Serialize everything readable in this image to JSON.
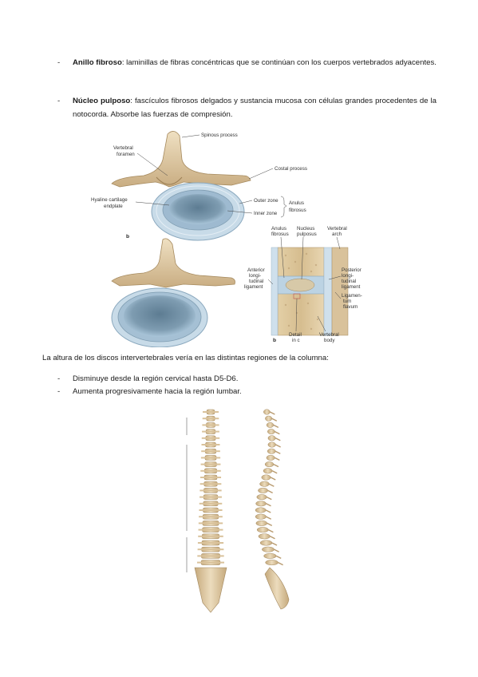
{
  "bullets": [
    {
      "dash": "-",
      "term": "Anillo fibroso",
      "text": ": laminillas de fibras concéntricas que se continúan con los cuerpos vertebrados adyacentes."
    },
    {
      "dash": "-",
      "term": "Núcleo pulposo",
      "text": ": fascículos fibrosos delgados y sustancia mucosa con células grandes procedentes de la notocorda. Absorbe las fuerzas de compresión."
    }
  ],
  "figure1": {
    "spinous_process": "Spinous process",
    "vertebral_foramen_1": "Vertebral",
    "vertebral_foramen_2": "foramen",
    "costal_process": "Costal process",
    "hyaline_1": "Hyaline cartilage",
    "hyaline_2": "endplate",
    "outer_zone": "Outer zone",
    "inner_zone": "Inner zone",
    "anulus_1": "Anulus",
    "anulus_2": "fibrosus",
    "panel_b": "b"
  },
  "figure2": {
    "anulus_1": "Anulus",
    "anulus_2": "fibrosus",
    "nucleus_1": "Nucleus",
    "nucleus_2": "pulposus",
    "arch_1": "Vertebral",
    "arch_2": "arch",
    "anterior_1": "Anterior",
    "anterior_2": "longi-",
    "anterior_3": "tudinal",
    "anterior_4": "ligament",
    "posterior_1": "Posterior",
    "posterior_2": "longi-",
    "posterior_3": "tudinal",
    "posterior_4": "ligament",
    "flavum_1": "Ligamen-",
    "flavum_2": "tum",
    "flavum_3": "flavum",
    "detail_1": "Detail",
    "detail_2": "in c",
    "body_1": "Vertebral",
    "body_2": "body",
    "panel_b": "b"
  },
  "paragraph": "La altura de los discos intervertebrales vería en las distintas regiones de la columna:",
  "subitems": [
    {
      "dash": "-",
      "text": "Disminuye desde la región cervical hasta D5-D6."
    },
    {
      "dash": "-",
      "text": "Aumenta progresivamente hacia la región lumbar."
    }
  ],
  "colors": {
    "bone": "#e6d3b0",
    "bone_shadow": "#bfa47a",
    "disc_outer": "#9fbfd6",
    "disc_inner": "#5f7f95",
    "text": "#1a1a1a"
  }
}
